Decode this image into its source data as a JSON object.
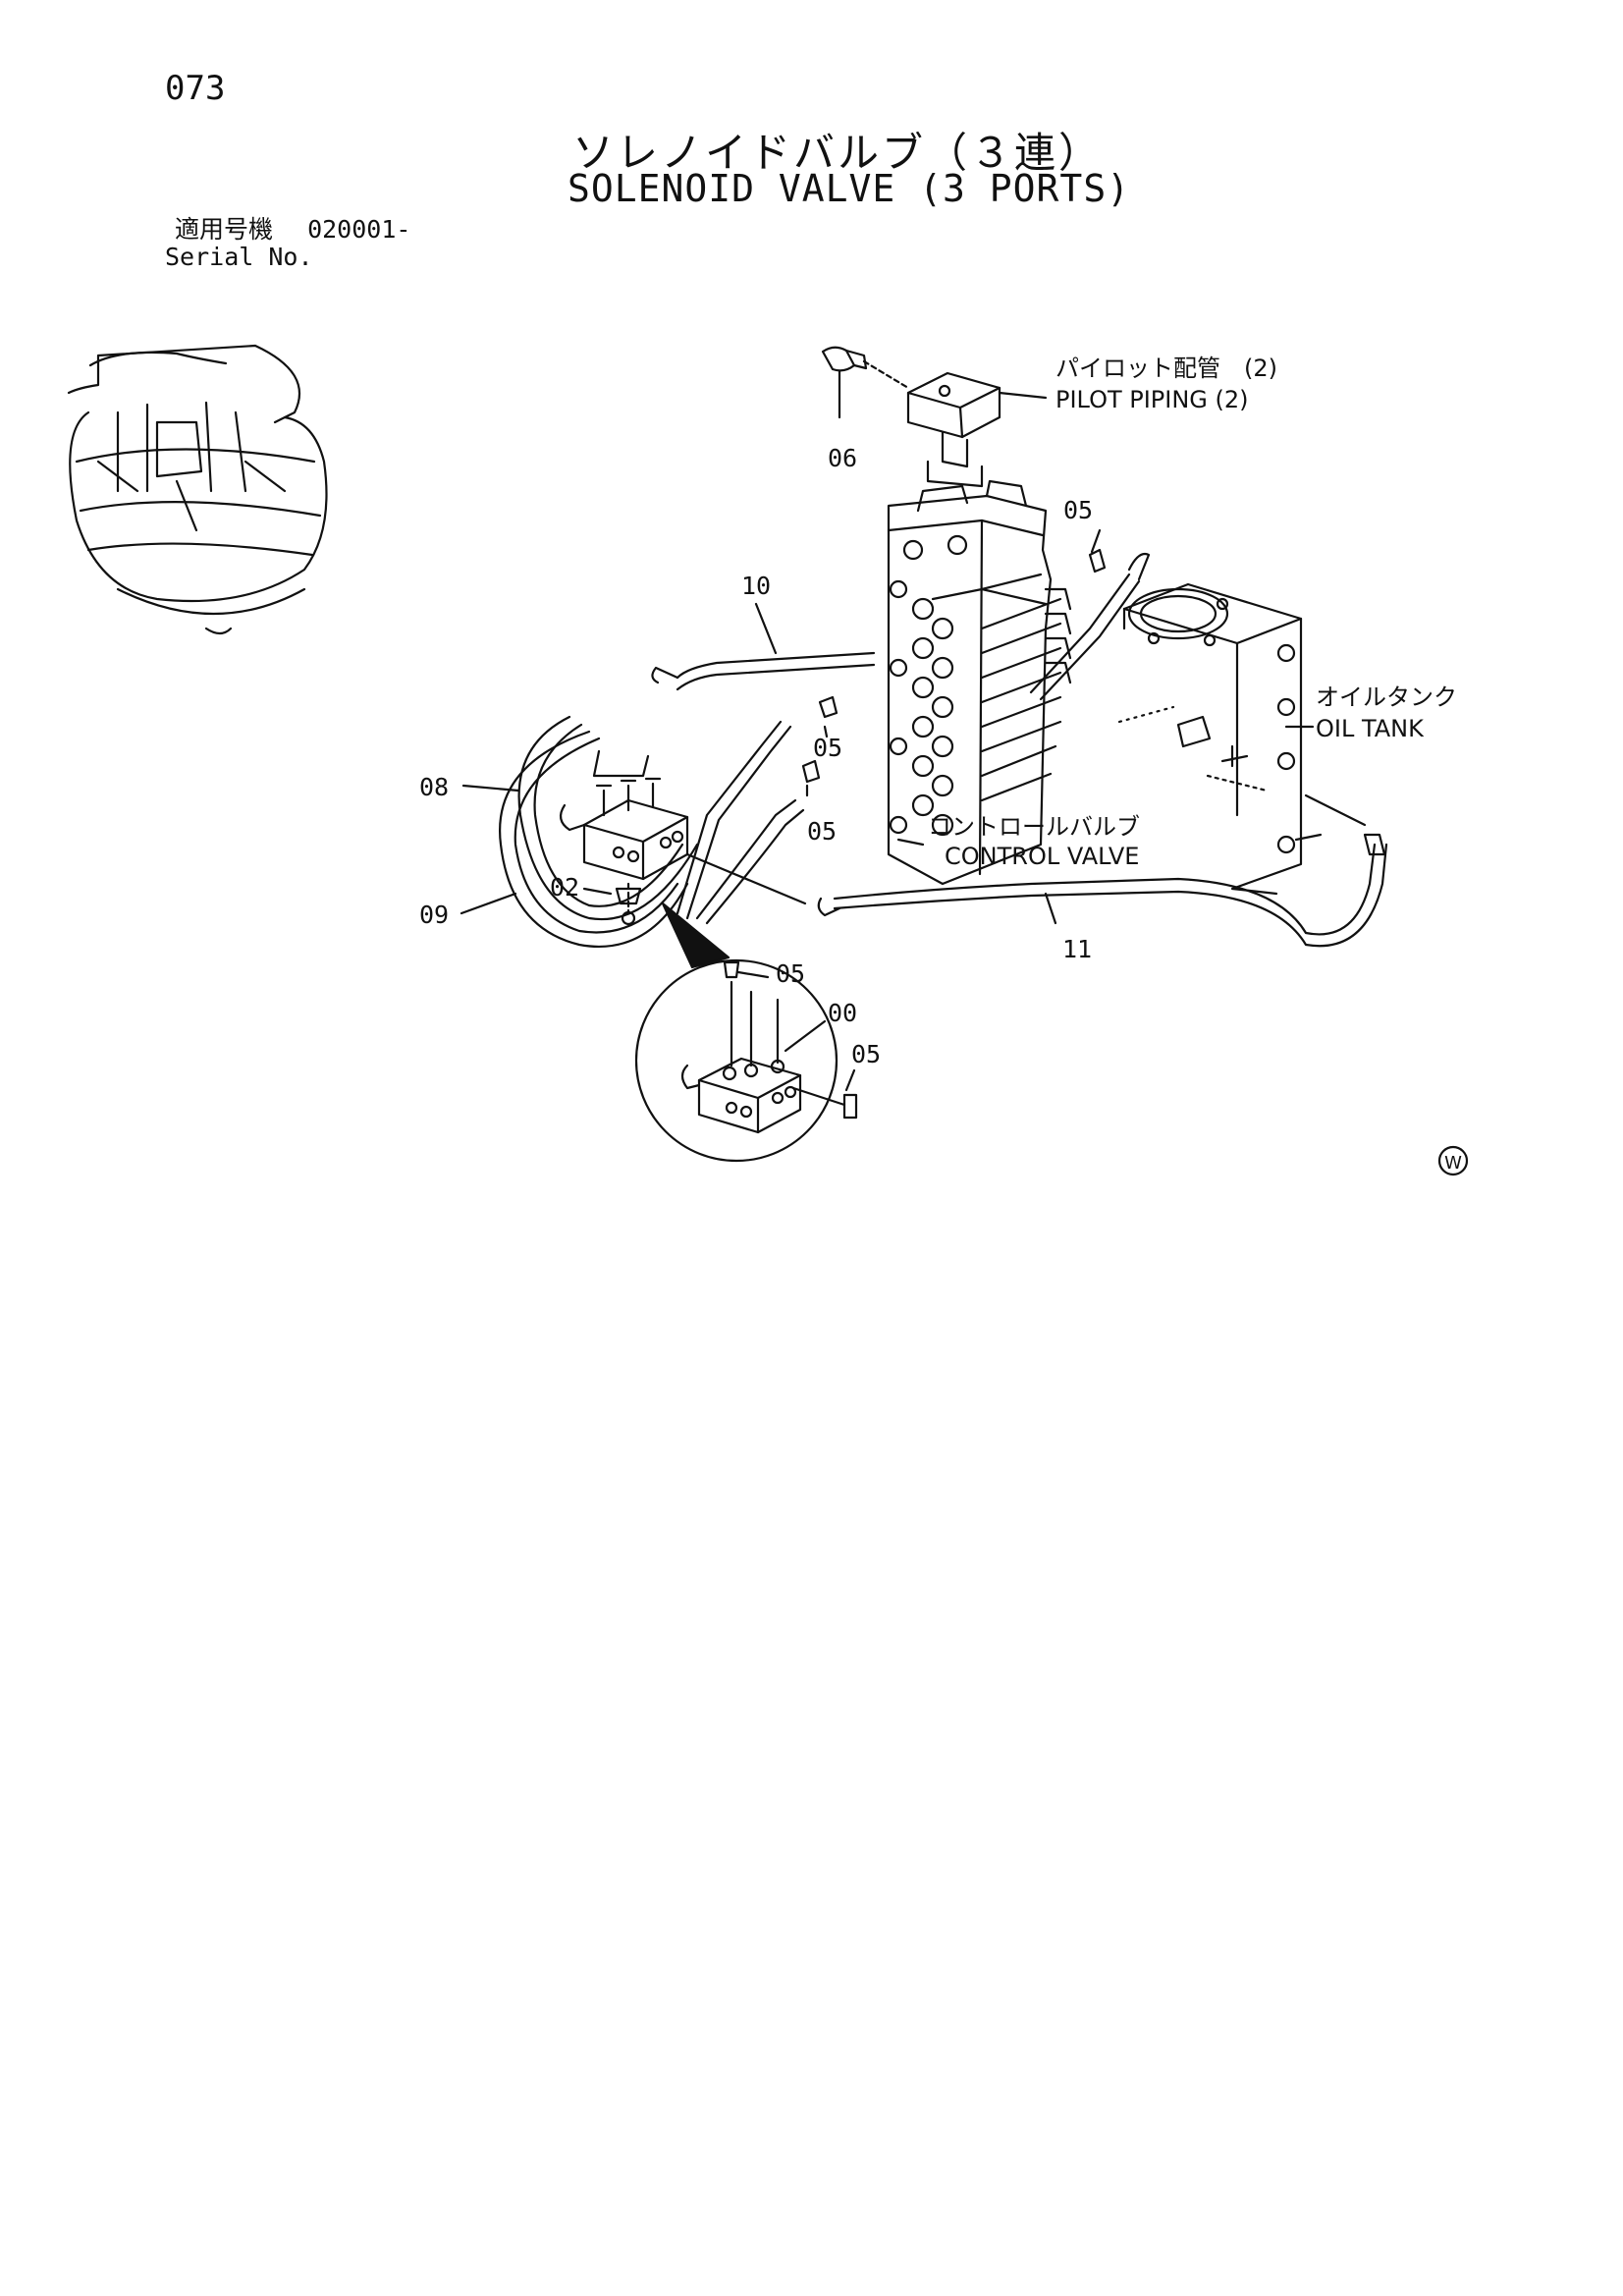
{
  "header": {
    "page_number": "073",
    "title_jp": "ソレノイドバルブ（３連）",
    "title_en": "SOLENOID VALVE (3 PORTS)",
    "serial_label_jp": "適用号機",
    "serial_value": "020001-",
    "serial_label_en": "Serial No."
  },
  "callouts": {
    "pilot_piping_jp": "パイロット配管　(2)",
    "pilot_piping_en": "PILOT PIPING (2)",
    "oil_tank_jp": "オイルタンク",
    "oil_tank_en": "OIL TANK",
    "control_valve_jp": "コントロールバルブ",
    "control_valve_en": "CONTROL VALVE"
  },
  "part_numbers": {
    "p06": "06",
    "p05_top": "05",
    "p10": "10",
    "p05_a": "05",
    "p05_b": "05",
    "p08": "08",
    "p09": "09",
    "p02": "02",
    "p11": "11",
    "p05_detail_a": "05",
    "p00": "00",
    "p05_detail_b": "05"
  },
  "mark": "W"
}
